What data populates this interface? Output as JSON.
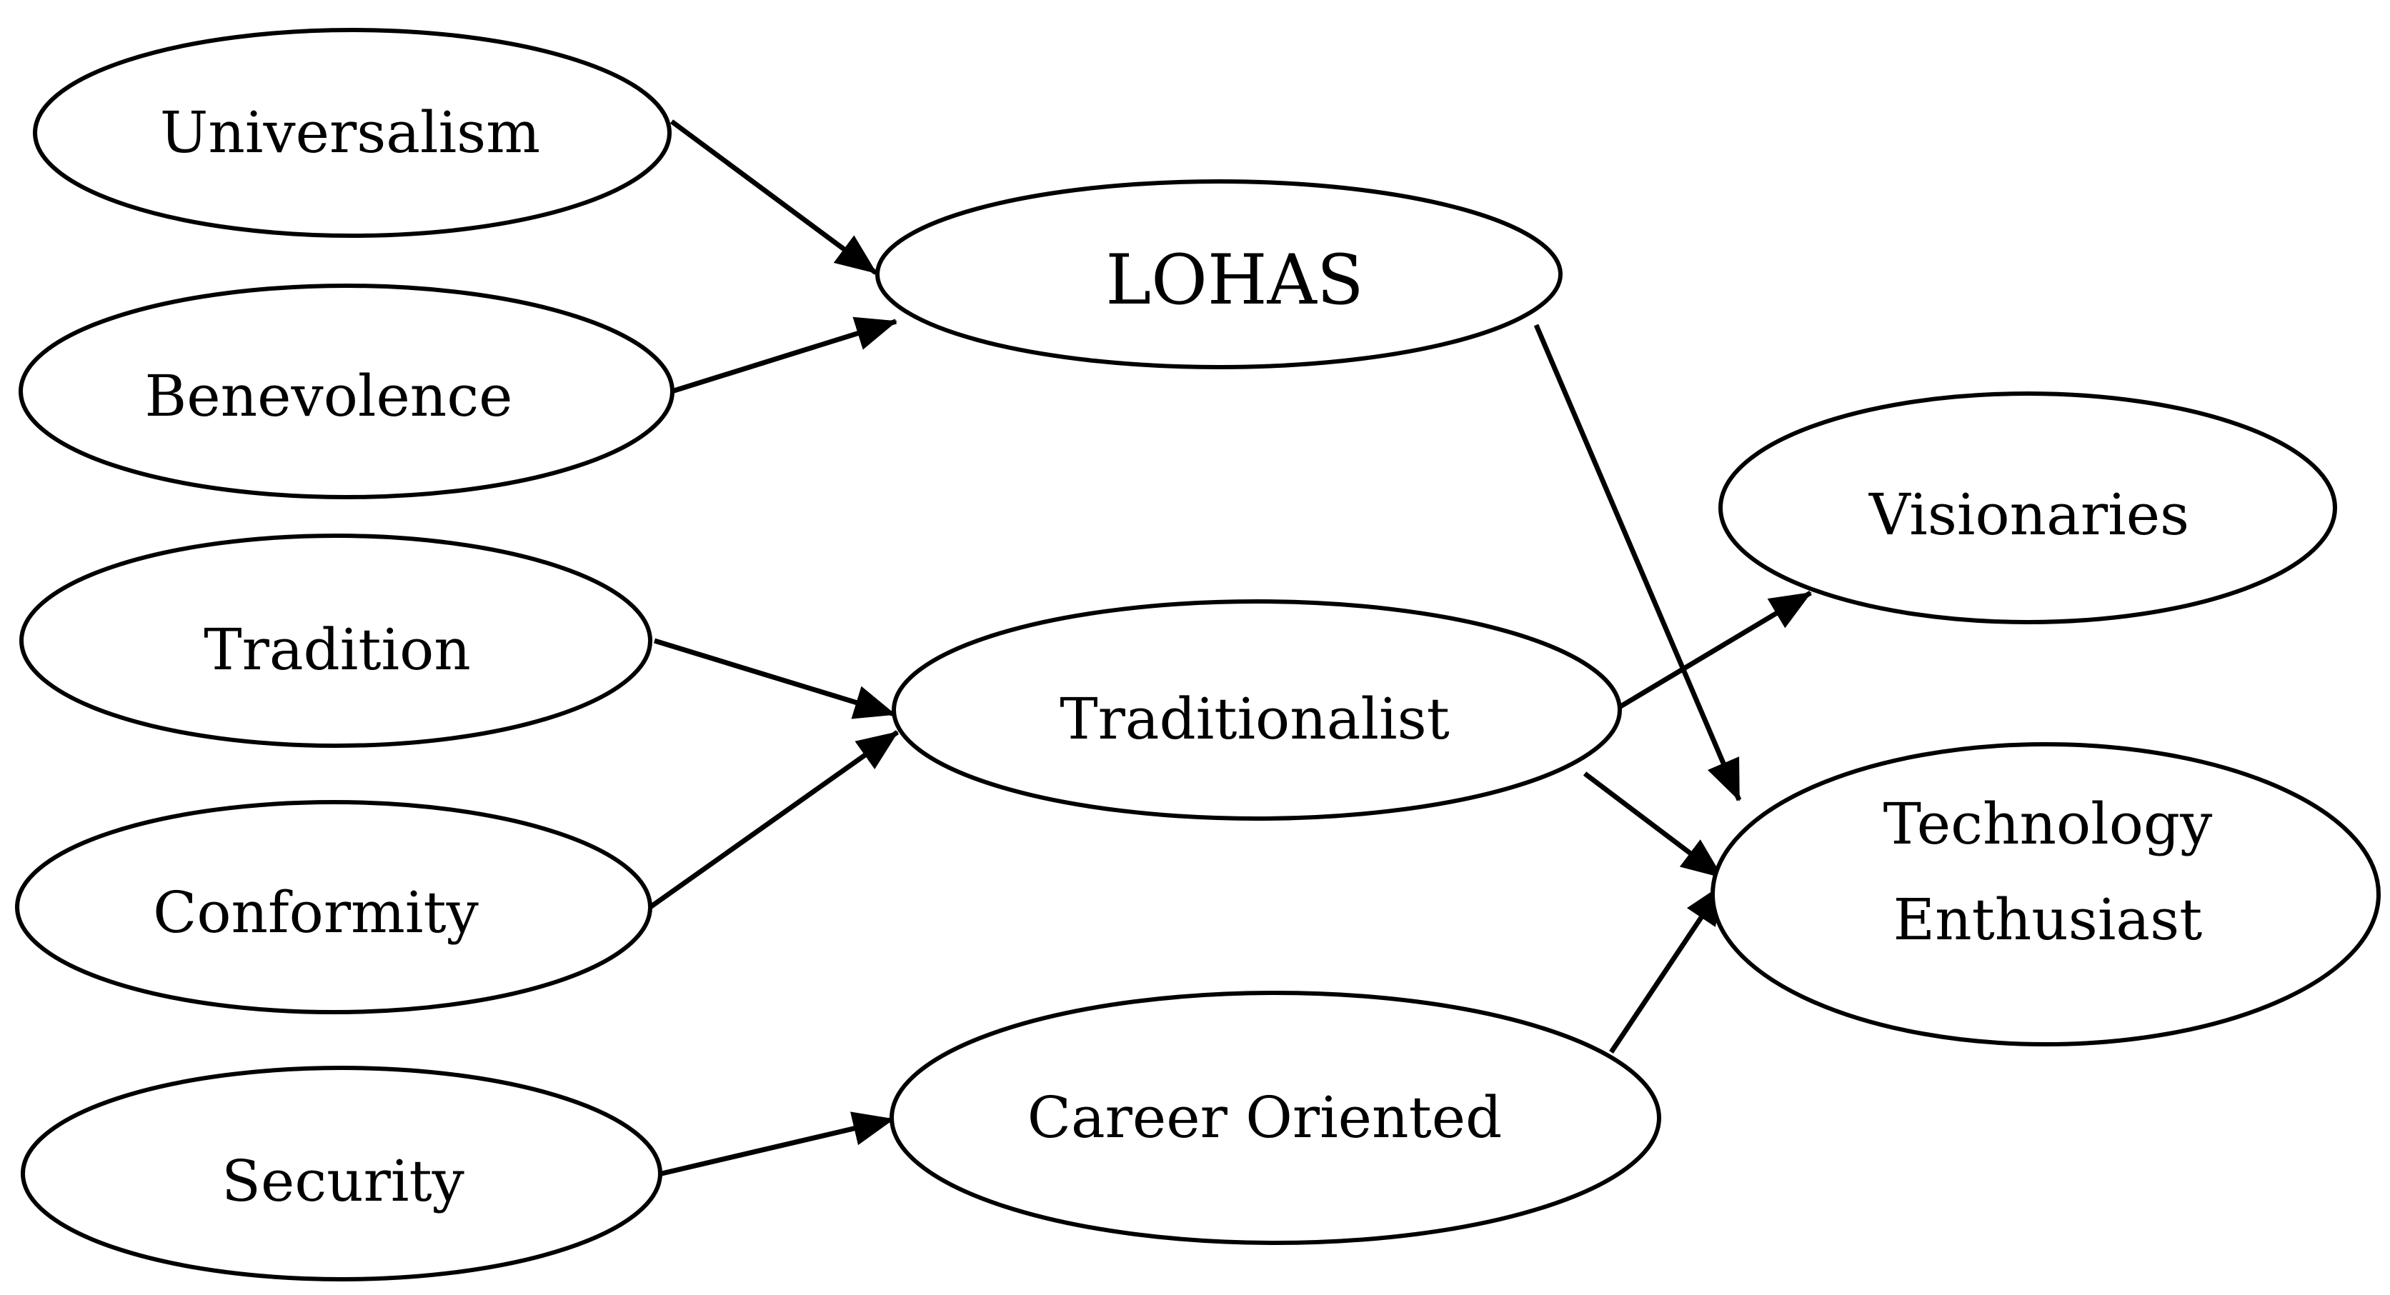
{
  "nodes": [
    {
      "id": "universalism",
      "label": "Universalism"
    },
    {
      "id": "benevolence",
      "label": "Benevolence"
    },
    {
      "id": "tradition",
      "label": "Tradition"
    },
    {
      "id": "conformity",
      "label": "Conformity"
    },
    {
      "id": "security",
      "label": "Security"
    },
    {
      "id": "lohas",
      "label": "LOHAS"
    },
    {
      "id": "traditionalist",
      "label": "Traditionalist"
    },
    {
      "id": "career_oriented",
      "label": "Career Oriented"
    },
    {
      "id": "visionaries",
      "label": "Visionaries"
    },
    {
      "id": "technology_enthusiast",
      "label_line1": "Technology",
      "label_line2": "Enthusiast"
    }
  ],
  "edges": [
    {
      "from": "universalism",
      "to": "lohas"
    },
    {
      "from": "benevolence",
      "to": "lohas"
    },
    {
      "from": "tradition",
      "to": "traditionalist"
    },
    {
      "from": "conformity",
      "to": "traditionalist"
    },
    {
      "from": "security",
      "to": "career_oriented"
    },
    {
      "from": "lohas",
      "to": "technology_enthusiast"
    },
    {
      "from": "traditionalist",
      "to": "visionaries"
    },
    {
      "from": "traditionalist",
      "to": "technology_enthusiast"
    },
    {
      "from": "career_oriented",
      "to": "technology_enthusiast"
    }
  ]
}
